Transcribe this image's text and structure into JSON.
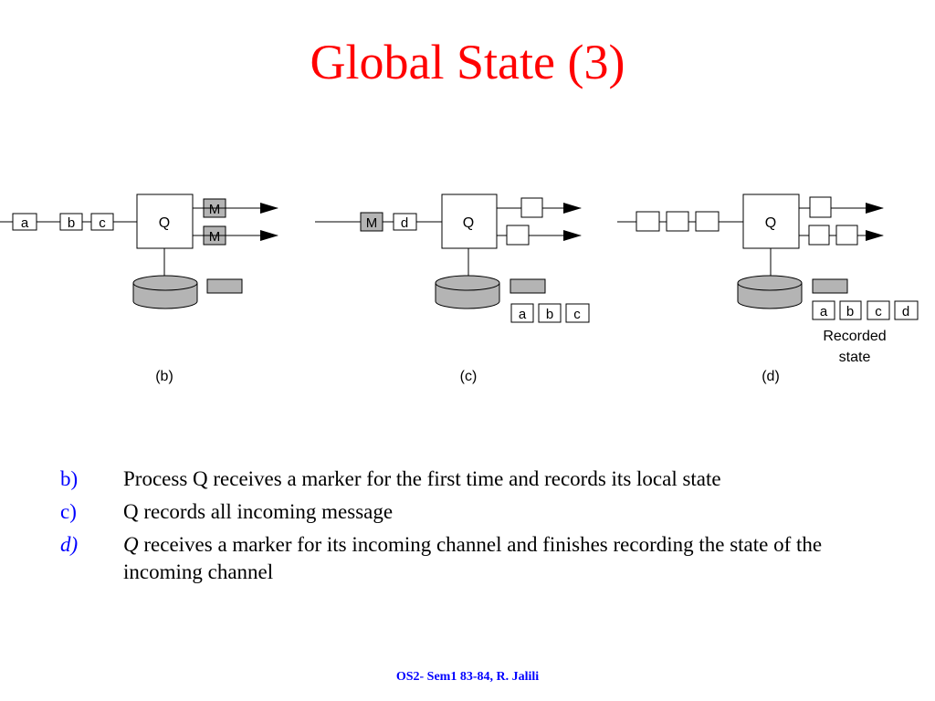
{
  "title": "Global State (3)",
  "diagram": {
    "panel_b": {
      "caption": "(b)",
      "process": "Q",
      "incoming": [
        "a",
        "b",
        "c"
      ],
      "outgoing_markers": [
        "M",
        "M"
      ]
    },
    "panel_c": {
      "caption": "(c)",
      "process": "Q",
      "incoming_marker": "M",
      "incoming": [
        "d"
      ],
      "recorded": [
        "a",
        "b",
        "c"
      ]
    },
    "panel_d": {
      "caption": "(d)",
      "process": "Q",
      "recorded": [
        "a",
        "b",
        "c",
        "d"
      ],
      "recorded_label_line1": "Recorded",
      "recorded_label_line2": "state"
    },
    "colors": {
      "marker_fill": "#b4b4b4",
      "disk_fill": "#b4b4b4",
      "stroke": "#000000"
    }
  },
  "bullets": [
    {
      "marker": "b)",
      "text": "Process Q receives a marker for the first time and records its local state",
      "italic": false
    },
    {
      "marker": "c)",
      "text": "Q records all incoming message",
      "italic": false
    },
    {
      "marker": "d)",
      "lead": "Q",
      "text": " receives a marker for its incoming channel and finishes recording the state of the incoming channel",
      "italic": true
    }
  ],
  "footer": "OS2- Sem1 83-84, R. Jalili",
  "colors": {
    "title": "#ff0000",
    "bullet_marker": "#0000ff",
    "footer": "#0000ff"
  }
}
